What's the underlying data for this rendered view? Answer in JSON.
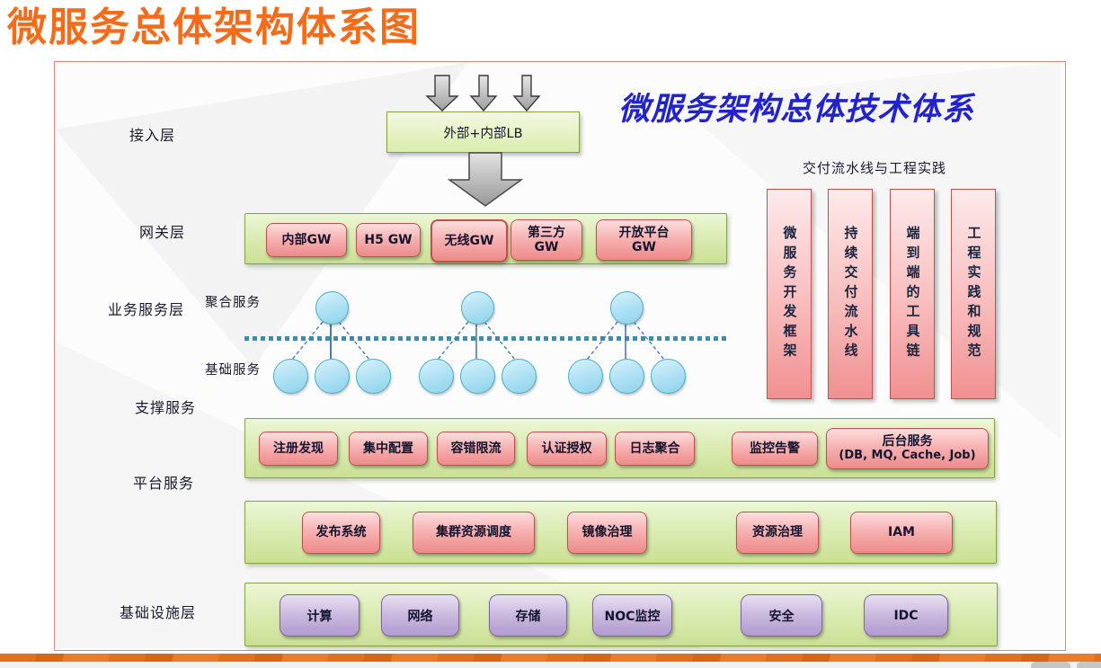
{
  "page": {
    "title": "微服务总体架构体系图"
  },
  "diagram": {
    "heading": "微服务架构总体技术体系",
    "access": {
      "label": "接入层",
      "lb": "外部+内部LB"
    },
    "gateway": {
      "label": "网关层",
      "items": [
        [
          "内部GW"
        ],
        [
          "H5 GW"
        ],
        [
          "无线GW"
        ],
        [
          "第三方",
          "GW"
        ],
        [
          "开放平台",
          "GW"
        ]
      ]
    },
    "business": {
      "label": "业务服务层",
      "aggregate": "聚合服务",
      "base": "基础服务"
    },
    "support": {
      "label": "支撑服务",
      "items": [
        "注册发现",
        "集中配置",
        "容错限流",
        "认证授权",
        "日志聚合",
        "监控告警"
      ],
      "backend": {
        "line1": "后台服务",
        "line2": "(DB, MQ, Cache, Job)"
      }
    },
    "platform": {
      "label": "平台服务",
      "items": [
        "发布系统",
        "集群资源调度",
        "镜像治理",
        "资源治理",
        "IAM"
      ]
    },
    "infrastructure": {
      "label": "基础设施层",
      "items": [
        "计算",
        "网络",
        "存储",
        "NOC监控",
        "安全",
        "IDC"
      ]
    },
    "pipeline": {
      "label": "交付流水线与工程实践",
      "items": [
        "微服务开发框架",
        "持续交付流水线",
        "端到端的工具链",
        "工程实践和规范"
      ]
    }
  },
  "colors": {
    "title_orange": "#F26C1C",
    "heading_blue": "#2323CC",
    "frame_border": "#DD8888",
    "green_bar_fill": "#D8EAAE",
    "green_bar_border": "#86A045",
    "red_box_border": "#C0504D",
    "red_box_fill": "#F7B2B2",
    "purple_box_border": "#8064A2",
    "purple_box_fill": "#C9B8DE",
    "circle_fill": "#A8DEF2",
    "circle_border": "#4BACC6",
    "dotted_line": "#3E8CA8",
    "bottom_bar_orange": "#E2701C"
  }
}
